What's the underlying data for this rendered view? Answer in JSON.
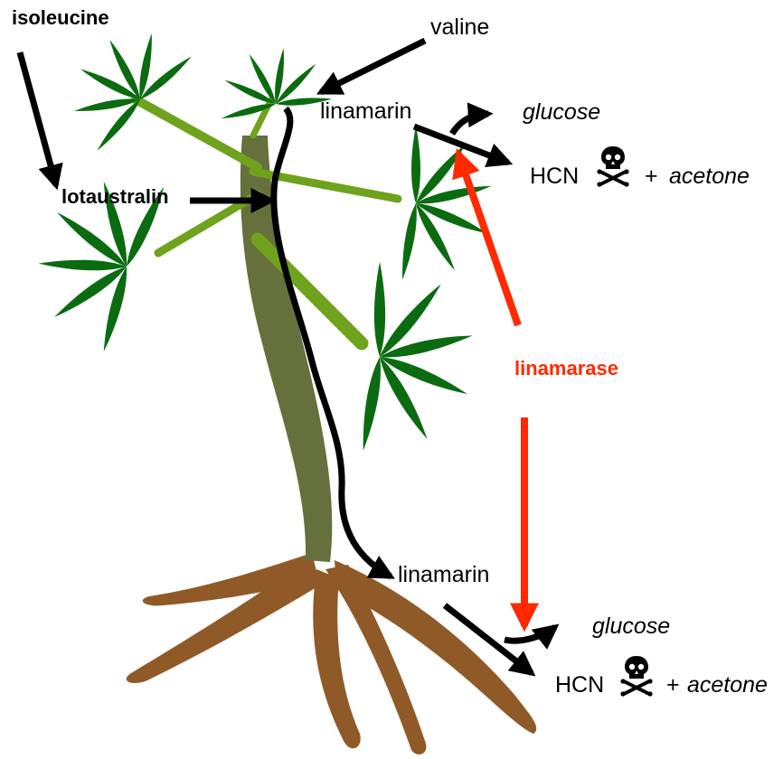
{
  "labels": {
    "isoleucine": "isoleucine",
    "valine": "valine",
    "lotaustralin": "lotaustralin",
    "linamarin_top": "linamarin",
    "glucose_top": "glucose",
    "hcn_top": "HCN",
    "acetone_plus_top": "+",
    "acetone_top": "acetone",
    "linamarase": "linamarase",
    "linamarin_bottom": "linamarin",
    "glucose_bottom": "glucose",
    "hcn_bottom": "HCN",
    "acetone_plus_bottom": "+",
    "acetone_bottom": "acetone"
  },
  "colors": {
    "leaf": "#0b6b10",
    "petiole": "#6fa21d",
    "stem": "#66703c",
    "root": "#8f5a28",
    "arrow": "#000000",
    "enzyme": "#ff2a00"
  },
  "icons": {
    "toxic_top": "skull-crossbones-icon",
    "toxic_bottom": "skull-crossbones-icon"
  }
}
